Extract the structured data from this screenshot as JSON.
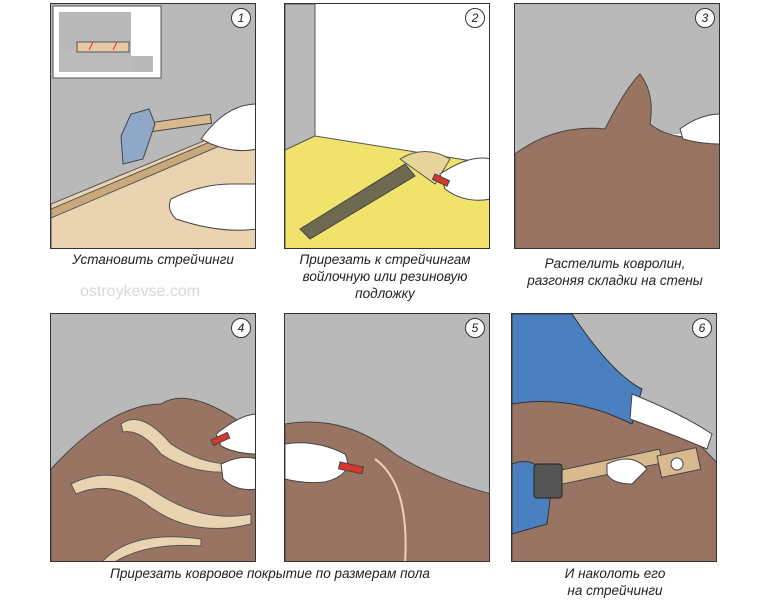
{
  "panels": [
    {
      "number": "1"
    },
    {
      "number": "2"
    },
    {
      "number": "3"
    },
    {
      "number": "4"
    },
    {
      "number": "5"
    },
    {
      "number": "6"
    }
  ],
  "captions": {
    "step1": "Установить стрейчинги",
    "step2_line1": "Прирезать к стрейчингам",
    "step2_line2": "войлочную или резиновую",
    "step2_line3": "подложку",
    "step3_line1": "Растелить ковролин,",
    "step3_line2": "разгоняя складки на стены",
    "step45": "Прирезать ковровое покрытие по размерам пола",
    "step6_line1": "И наколоть его",
    "step6_line2": "на стрейчинги"
  },
  "watermark": "ostroykevse.com",
  "colors": {
    "wall": "#b9b9b9",
    "floor": "#ead3b0",
    "underlay": "#f0e26a",
    "carpet": "#9a7462",
    "skin": "#ffffff",
    "hammer_head": "#8fa8c8",
    "knife_red": "#d8372c",
    "sleeve_blue": "#4a7fc0"
  }
}
